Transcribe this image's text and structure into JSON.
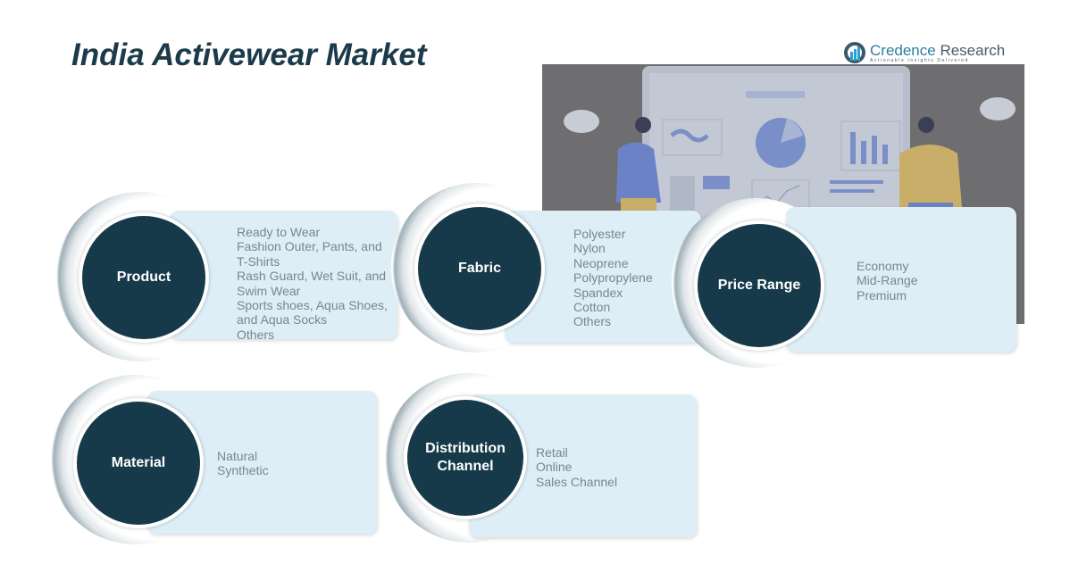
{
  "title": "India Activewear Market",
  "logo": {
    "name_part1": "Credence",
    "name_part2": "Research",
    "tagline": "Actionable Insights Delivered"
  },
  "segments": [
    {
      "label": "Product",
      "items": [
        "Ready to Wear",
        "Fashion Outer, Pants, and",
        "T-Shirts",
        "Rash Guard, Wet Suit, and",
        "Swim Wear",
        "Sports shoes, Aqua Shoes,",
        "and Aqua Socks",
        "Others"
      ]
    },
    {
      "label": "Fabric",
      "items": [
        "Polyester",
        "Nylon",
        "Neoprene",
        "Polypropylene",
        "Spandex",
        "Cotton",
        "Others"
      ]
    },
    {
      "label": "Price Range",
      "items": [
        "Economy",
        "Mid-Range",
        "Premium"
      ]
    },
    {
      "label": "Material",
      "items": [
        "Natural",
        "Synthetic"
      ]
    },
    {
      "label": "Distribution Channel",
      "items": [
        "Retail",
        "Online",
        "Sales Channel"
      ]
    }
  ],
  "colors": {
    "circle": "#163a4a",
    "card": "#deeef7",
    "title": "#1b3a4a"
  }
}
